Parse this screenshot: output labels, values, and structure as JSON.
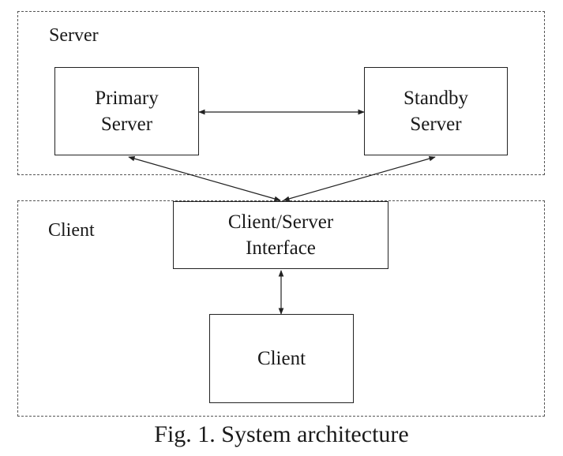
{
  "groups": {
    "server": {
      "label": "Server"
    },
    "client": {
      "label": "Client"
    }
  },
  "nodes": {
    "primary_server": {
      "line1": "Primary",
      "line2": "Server"
    },
    "standby_server": {
      "line1": "Standby",
      "line2": "Server"
    },
    "interface": {
      "line1": "Client/Server",
      "line2": "Interface"
    },
    "client": {
      "label": "Client"
    }
  },
  "edges": [
    {
      "from": "Primary Server",
      "to": "Standby Server",
      "arrows": "both"
    },
    {
      "from": "Primary Server",
      "to": "Client/Server Interface",
      "arrows": "both"
    },
    {
      "from": "Standby Server",
      "to": "Client/Server Interface",
      "arrows": "both"
    },
    {
      "from": "Client/Server Interface",
      "to": "Client",
      "arrows": "both"
    }
  ],
  "caption": "Fig. 1. System architecture"
}
